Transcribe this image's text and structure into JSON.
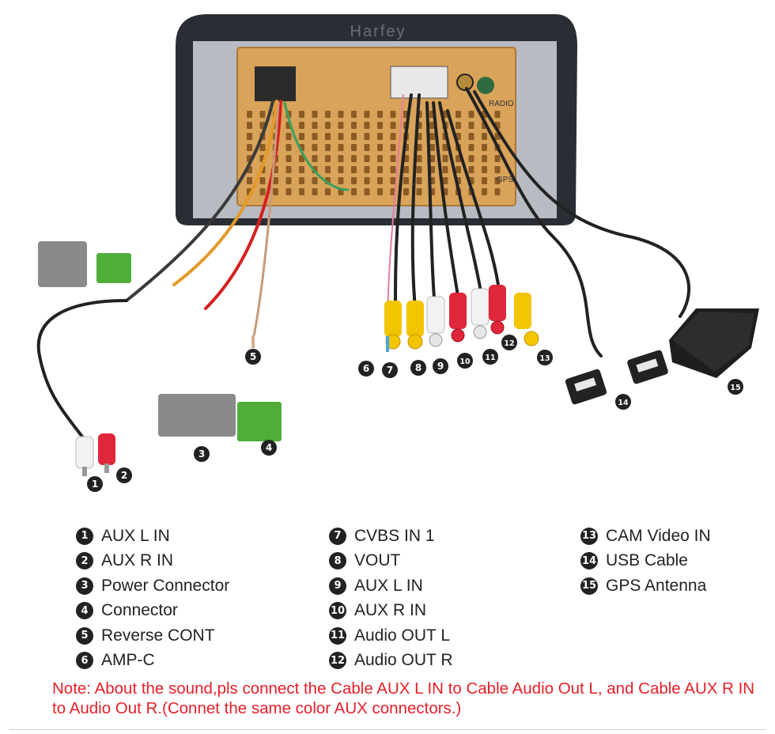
{
  "brand": "Harfey",
  "unit_labels": {
    "radio": "RADIO",
    "gps": "GPS"
  },
  "callouts": [
    "1",
    "2",
    "3",
    "4",
    "5",
    "6",
    "7",
    "8",
    "9",
    "10",
    "11",
    "12",
    "13",
    "14",
    "15"
  ],
  "legend": {
    "col1": [
      {
        "num": "1",
        "label": "AUX L IN"
      },
      {
        "num": "2",
        "label": "AUX R IN"
      },
      {
        "num": "3",
        "label": "Power Connector"
      },
      {
        "num": "4",
        "label": "Connector"
      },
      {
        "num": "5",
        "label": "Reverse CONT"
      },
      {
        "num": "6",
        "label": "AMP-C"
      }
    ],
    "col2": [
      {
        "num": "7",
        "label": "CVBS IN 1"
      },
      {
        "num": "8",
        "label": "VOUT"
      },
      {
        "num": "9",
        "label": "AUX L IN"
      },
      {
        "num": "10",
        "label": "AUX R IN"
      },
      {
        "num": "11",
        "label": "Audio OUT L"
      },
      {
        "num": "12",
        "label": "Audio OUT R"
      }
    ],
    "col3": [
      {
        "num": "13",
        "label": "CAM Video IN"
      },
      {
        "num": "14",
        "label": "USB Cable"
      },
      {
        "num": "15",
        "label": "GPS Antenna"
      }
    ]
  },
  "note": "Note: About the sound,pls connect the Cable AUX L IN to Cable Audio Out L, and Cable AUX R IN to  Audio Out R.(Connet the same color AUX connectors.)",
  "colors": {
    "text": "#222222",
    "note": "#e5202a",
    "badge": "#222222",
    "board": "#d9a35a",
    "rca_red": "#e0263a",
    "rca_white": "#f2f2f2",
    "rca_yellow": "#f3c400",
    "connector_green": "#4fae3a",
    "connector_gray": "#8a8a8a"
  }
}
